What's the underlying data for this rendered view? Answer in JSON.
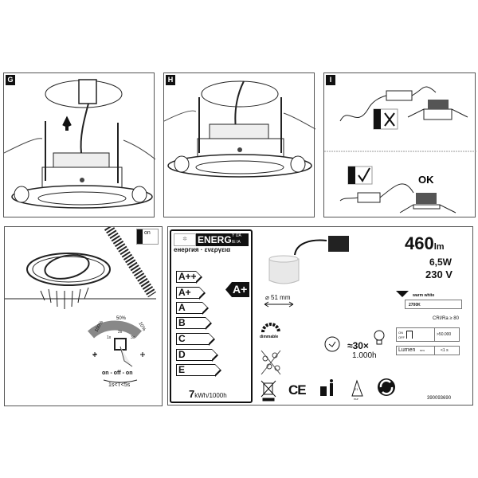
{
  "panels": {
    "g": {
      "tag": "G"
    },
    "h": {
      "tag": "H"
    },
    "i": {
      "tag": "I",
      "ok_label": "OK"
    }
  },
  "dimming": {
    "on_label": "on",
    "levels": [
      "100%",
      "50%",
      "10%"
    ],
    "presses": [
      "1x",
      "2x",
      "3x"
    ],
    "sequence": "on - off - on",
    "timing": "1s<T<5s"
  },
  "energy_label": {
    "header": "ENERG",
    "header_suffix_top": "Y IJA",
    "header_suffix_bottom": "IE IA",
    "subtitle": "енергия · ενεργεια",
    "classes": [
      "A++",
      "A+",
      "A",
      "B",
      "C",
      "D",
      "E"
    ],
    "rating": "A+",
    "consumption_value": "7",
    "consumption_unit": "kWh/1000h"
  },
  "product": {
    "lumen_value": "460",
    "lumen_unit": "lm",
    "power": "6,5W",
    "voltage": "230 V",
    "diameter": "⌀ 51 mm",
    "dimmable_label": "dimmable",
    "color_name": "warm white",
    "color_temp": "2700K",
    "cri": "CRI/Ra ≥ 80",
    "switch_on": "ON",
    "switch_off": "OFF",
    "switch_cycles": ">50.000",
    "lumen_label": "Lumen",
    "lumen_pct": "60%",
    "lumen_time": "<1 s",
    "lifetime_factor": "≈30×",
    "lifetime_hours": "1.000h",
    "ce_mark": "CE",
    "recycle_code": "21",
    "recycle_material": "PAP",
    "article_number": "390093690"
  }
}
